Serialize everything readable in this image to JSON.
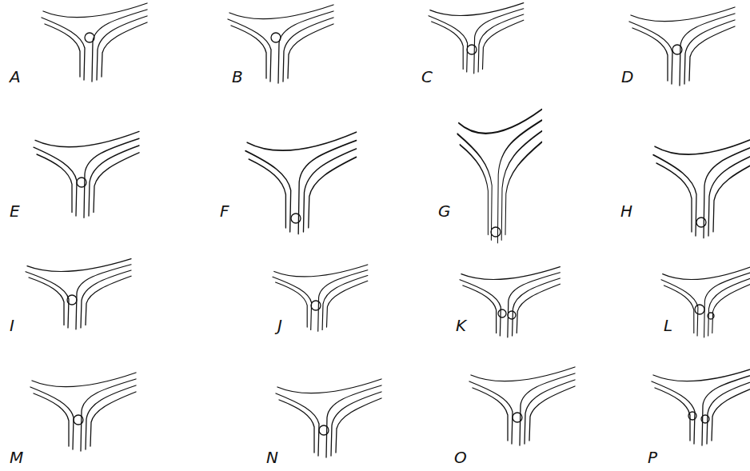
{
  "diagram": {
    "labels": [
      "A",
      "B",
      "C",
      "D",
      "E",
      "F",
      "G",
      "H",
      "I",
      "J",
      "K",
      "L",
      "M",
      "N",
      "O",
      "P"
    ]
  }
}
